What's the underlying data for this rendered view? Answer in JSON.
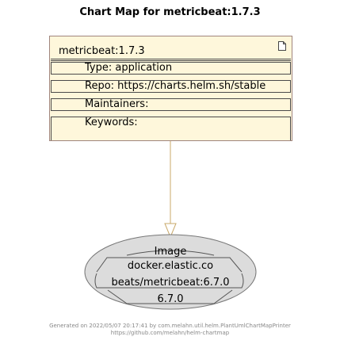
{
  "title": "Chart Map for metricbeat:1.7.3",
  "chart": {
    "name": "metricbeat:1.7.3",
    "type": "Type: application",
    "repo": "Repo: https://charts.helm.sh/stable",
    "maintainers": "Maintainers:",
    "keywords": "Keywords:"
  },
  "image": {
    "header": "Image",
    "registry": "docker.elastic.co",
    "repository": "beats/metricbeat:6.7.0",
    "tag": "6.7.0"
  },
  "footer": {
    "line1": "Generated on 2022/05/07 20:17:41 by com.melahn.util.helm.PlantUmlChartMapPrinter",
    "line2": "https://github.com/melahn/helm-chartmap"
  },
  "colors": {
    "chart_fill": "#fef7db",
    "chart_border": "#a0857d",
    "connector": "#c9a96a",
    "image_fill": "#dcdcdc"
  }
}
